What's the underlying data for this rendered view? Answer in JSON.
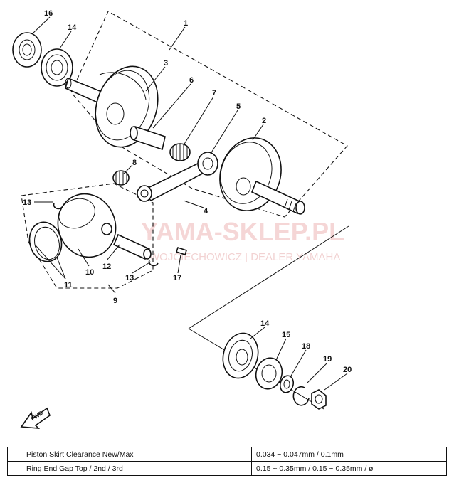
{
  "callouts": {
    "c1": "1",
    "c2": "2",
    "c3": "3",
    "c4": "4",
    "c5": "5",
    "c6": "6",
    "c7": "7",
    "c8": "8",
    "c9": "9",
    "c10": "10",
    "c11": "11",
    "c12": "12",
    "c13a": "13",
    "c13b": "13",
    "c14a": "14",
    "c14b": "14",
    "c15": "15",
    "c16": "16",
    "c17": "17",
    "c18": "18",
    "c19": "19",
    "c20": "20"
  },
  "fwd_label": "FWD",
  "watermark": {
    "brand": "YAMA-SKLEP.PL",
    "tagline": "WOJCIECHOWICZ | DEALER YAMAHA"
  },
  "specs": [
    {
      "label": "Piston Skirt Clearance New/Max",
      "value": "0.034 ~ 0.047mm / 0.1mm"
    },
    {
      "label": "Ring End Gap Top / 2nd / 3rd",
      "value": "0.15 ~ 0.35mm / 0.15 ~ 0.35mm / ø"
    }
  ]
}
